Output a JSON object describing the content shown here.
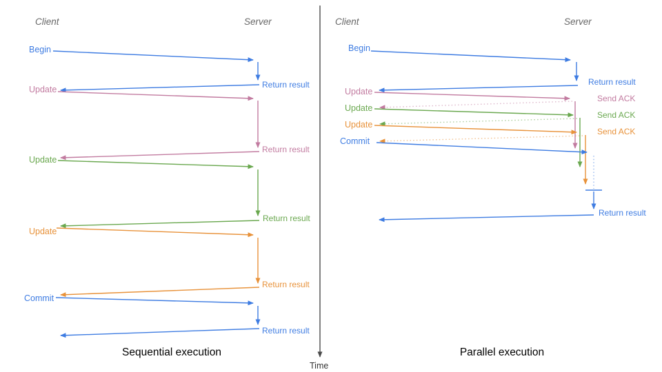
{
  "palette": {
    "blue": "#3e7ce2",
    "pink": "#c27ba0",
    "green": "#6aa84f",
    "orange": "#e8923a",
    "participant_gray": "#666666",
    "axis_gray": "#4a4a4a",
    "title_black": "#000000"
  },
  "time_axis": {
    "label": "Time"
  },
  "sequential": {
    "title": "Sequential execution",
    "client": "Client",
    "server": "Server",
    "messages": [
      {
        "label": "Begin",
        "color": "blue",
        "response": "Return result"
      },
      {
        "label": "Update",
        "color": "pink",
        "response": "Return result"
      },
      {
        "label": "Update",
        "color": "green",
        "response": "Return result"
      },
      {
        "label": "Update",
        "color": "orange",
        "response": "Return result"
      },
      {
        "label": "Commit",
        "color": "blue",
        "response": "Return result"
      }
    ]
  },
  "parallel": {
    "title": "Parallel execution",
    "client": "Client",
    "server": "Server",
    "messages": [
      {
        "label": "Begin",
        "color": "blue",
        "response": "Return result"
      },
      {
        "label": "Update",
        "color": "pink",
        "response": "Send ACK"
      },
      {
        "label": "Update",
        "color": "green",
        "response": "Send ACK"
      },
      {
        "label": "Update",
        "color": "orange",
        "response": "Send ACK"
      },
      {
        "label": "Commit",
        "color": "blue",
        "response": "Return result"
      }
    ]
  }
}
